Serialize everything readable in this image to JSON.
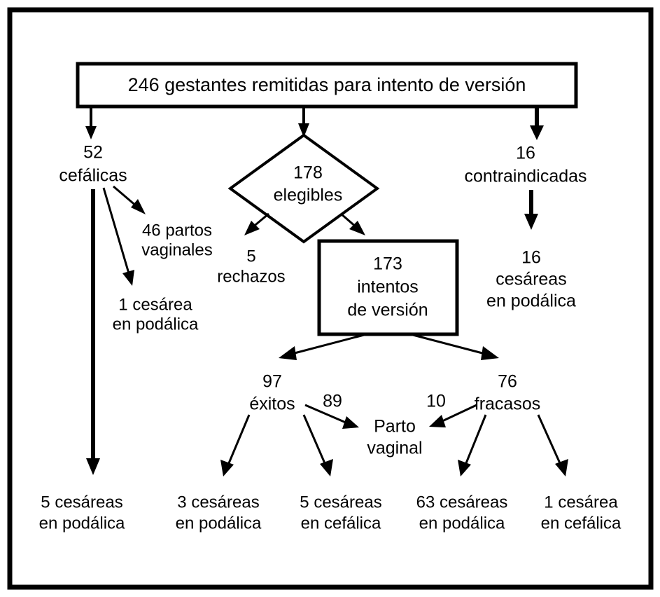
{
  "figure": {
    "type": "flowchart",
    "language": "es",
    "border_color": "#000000",
    "background_color": "#ffffff",
    "text_color": "#000000"
  },
  "nodes": {
    "root": {
      "shape": "rectangle",
      "text": "246 gestantes remitidas para intento de versión",
      "count": 246
    },
    "cefalicas": {
      "shape": "text",
      "line1": "52",
      "line2": "cefálicas",
      "count": 52
    },
    "elegibles": {
      "shape": "diamond",
      "line1": "178",
      "line2": "elegibles",
      "count": 178
    },
    "contraindicadas": {
      "shape": "text",
      "line1": "16",
      "line2": "contraindicadas",
      "count": 16
    },
    "partos_vaginales": {
      "shape": "text",
      "line1": "46 partos",
      "line2": "vaginales",
      "count": 46
    },
    "cesarea_podalica_1": {
      "shape": "text",
      "line1": "1 cesárea",
      "line2": "en podálica",
      "count": 1
    },
    "rechazos": {
      "shape": "text",
      "line1": "5",
      "line2": "rechazos",
      "count": 5
    },
    "intentos": {
      "shape": "rectangle",
      "line1": "173",
      "line2": "intentos",
      "line3": "de versión",
      "count": 173
    },
    "cesareas_podalica_16": {
      "shape": "text",
      "line1": "16",
      "line2": "cesáreas",
      "line3": "en podálica",
      "count": 16
    },
    "exitos": {
      "shape": "text",
      "line1": "97",
      "line2": "éxitos",
      "count": 97
    },
    "fracasos": {
      "shape": "text",
      "line1": "76",
      "line2": "fracasos",
      "count": 76
    },
    "parto_vaginal": {
      "shape": "text",
      "line1": "Parto",
      "line2": "vaginal"
    },
    "out_5_podalica": {
      "shape": "text",
      "line1": "5 cesáreas",
      "line2": "en podálica",
      "count": 5
    },
    "out_3_podalica": {
      "shape": "text",
      "line1": "3 cesáreas",
      "line2": "en podálica",
      "count": 3
    },
    "out_5_cefalica": {
      "shape": "text",
      "line1": "5 cesáreas",
      "line2": "en cefálica",
      "count": 5
    },
    "out_63_podalica": {
      "shape": "text",
      "line1": "63 cesáreas",
      "line2": "en podálica",
      "count": 63
    },
    "out_1_cefalica": {
      "shape": "text",
      "line1": "1 cesárea",
      "line2": "en cefálica",
      "count": 1
    }
  },
  "edge_labels": {
    "exitos_to_parto": "89",
    "fracasos_to_parto": "10"
  },
  "chart_data": {
    "type": "table",
    "title": "246 gestantes remitidas para intento de versión",
    "categories": [
      "cefálicas",
      "elegibles",
      "contraindicadas",
      "partos vaginales",
      "cesárea en podálica (cefálicas)",
      "rechazos",
      "intentos de versión",
      "cesáreas en podálica (contraindicadas)",
      "éxitos",
      "fracasos",
      "parto vaginal desde éxitos",
      "parto vaginal desde fracasos",
      "5 cesáreas en podálica",
      "3 cesáreas en podálica",
      "5 cesáreas en cefálica",
      "63 cesáreas en podálica",
      "1 cesárea en cefálica"
    ],
    "values": [
      52,
      178,
      16,
      46,
      1,
      5,
      173,
      16,
      97,
      76,
      89,
      10,
      5,
      3,
      5,
      63,
      1
    ]
  }
}
